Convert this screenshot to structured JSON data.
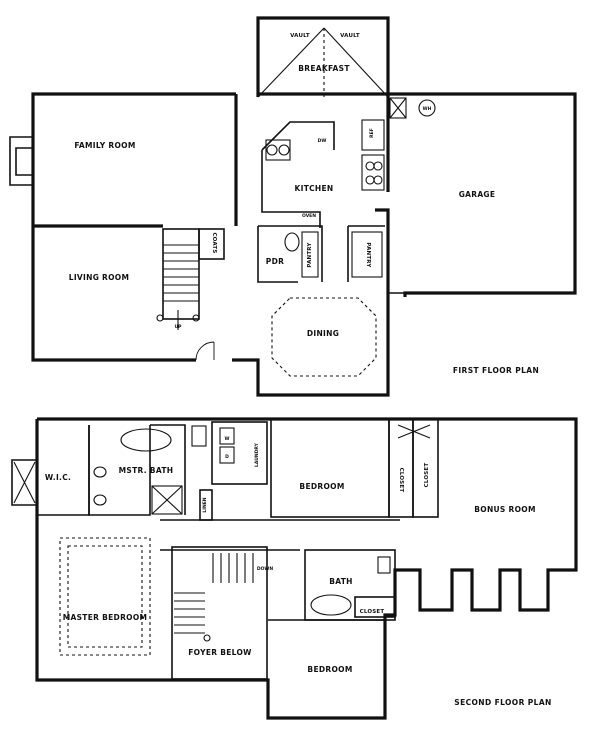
{
  "first_floor": {
    "title": "FIRST FLOOR PLAN",
    "rooms": {
      "family_room": "FAMILY ROOM",
      "breakfast": "BREAKFAST",
      "vault_left": "VAULT",
      "vault_right": "VAULT",
      "kitchen": "KITCHEN",
      "garage": "GARAGE",
      "living_room": "LIVING ROOM",
      "coats": "COATS",
      "pdr": "PDR",
      "pantry_left": "PANTRY",
      "pantry_right": "PANTRY",
      "dining": "DINING",
      "dw": "DW",
      "oven": "OVEN",
      "ref": "REF",
      "wh": "WH",
      "up": "UP"
    }
  },
  "second_floor": {
    "title": "SECOND FLOOR PLAN",
    "rooms": {
      "wic": "W.I.C.",
      "mstr_bath": "MSTR. BATH",
      "laundry": "LAUNDRY",
      "linen": "LINEN",
      "bedroom_upper": "BEDROOM",
      "closet_left": "CLOSET",
      "closet_right": "CLOSET",
      "bonus_room": "BONUS ROOM",
      "down": "DOWN",
      "bath": "BATH",
      "closet_small": "CLOSET",
      "master_bedroom": "MASTER BEDROOM",
      "foyer_below": "FOYER BELOW",
      "bedroom_lower": "BEDROOM",
      "w": "W",
      "d": "D"
    }
  }
}
